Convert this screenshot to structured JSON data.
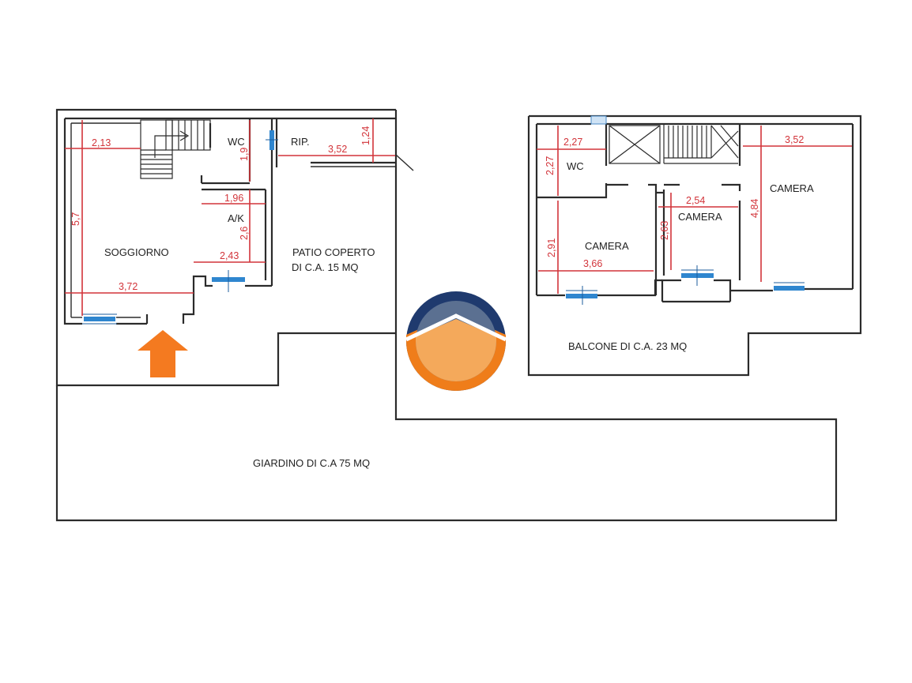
{
  "colors": {
    "walls": "#2b2b2b",
    "dimensions": "#d2343a",
    "windows": "#2f86cf",
    "arrow": "#f47a20",
    "logo_navy": "#1f3a6e",
    "logo_orange": "#ef7d1a",
    "logo_orange_light": "#f4a95b",
    "logo_steel": "#5b7091"
  },
  "icons": {
    "entrance": "arrow-up-icon",
    "logo": "agency-logo-icon"
  },
  "ground_floor": {
    "rooms": {
      "living": "SOGGIORNO",
      "wc": "WC",
      "kitchen": "A/K",
      "storage": "RIP.",
      "patio_line1": "PATIO COPERTO",
      "patio_line2": "DI C.A. 15 MQ"
    },
    "dimensions": {
      "living_top": "2,13",
      "living_height": "5,7",
      "living_bottom": "3,72",
      "wc_height": "1,9",
      "kitchen_top": "1,96",
      "kitchen_height": "2,6",
      "kitchen_bottom": "2,43",
      "storage_width": "3,52",
      "storage_height": "1,24"
    }
  },
  "first_floor": {
    "rooms": {
      "wc": "WC",
      "bedroom_left": "CAMERA",
      "bedroom_middle": "CAMERA",
      "bedroom_right": "CAMERA",
      "balcony": "BALCONE DI C.A.  23 MQ"
    },
    "dimensions": {
      "wc_width": "2,27",
      "wc_height": "2,27",
      "bedroom_right_width": "3,52",
      "bedroom_right_height": "4,84",
      "bedroom_middle_width": "2,54",
      "bedroom_middle_height": "2,63",
      "bedroom_left_height": "2,91",
      "bedroom_left_width": "3,66"
    }
  },
  "garden": "GIARDINO DI  C.A 75 MQ"
}
